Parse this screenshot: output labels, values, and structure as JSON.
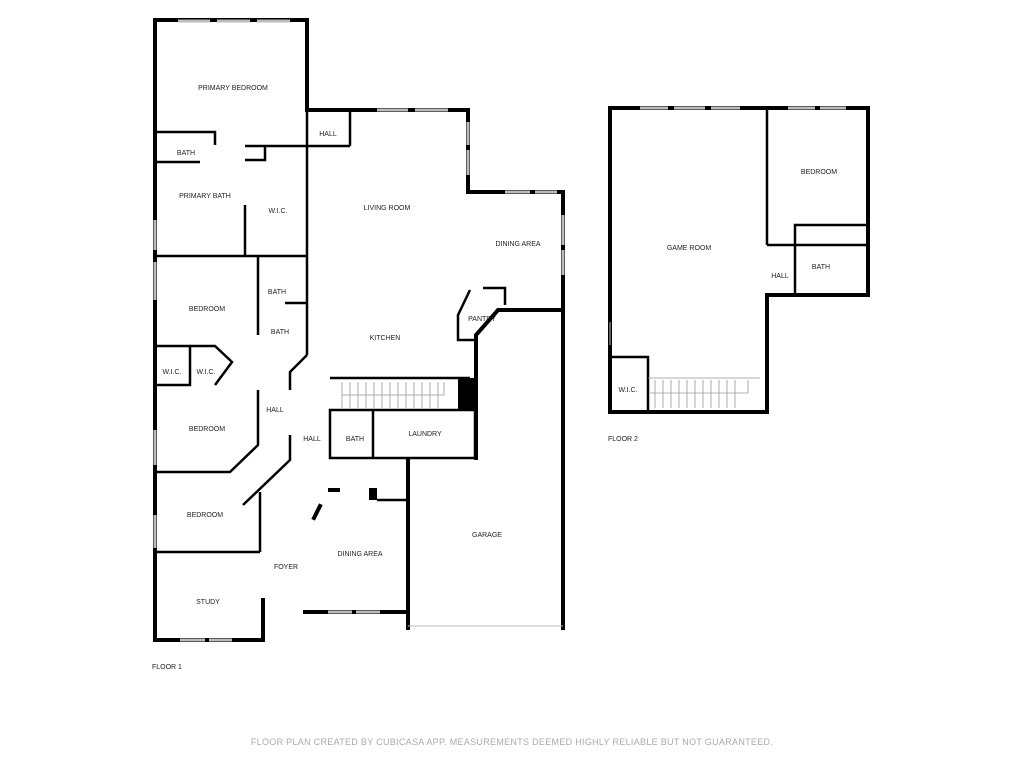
{
  "floor1": {
    "label": "FLOOR 1",
    "rooms": {
      "primary_bedroom": "PRIMARY BEDROOM",
      "hall_top": "HALL",
      "bath_small": "BATH",
      "primary_bath": "PRIMARY BATH",
      "wic_primary": "W.I.C.",
      "living_room": "LIVING ROOM",
      "dining_area_top": "DINING AREA",
      "bedroom_1": "BEDROOM",
      "bath_a": "BATH",
      "bath_b": "BATH",
      "pantry": "PANTRY",
      "kitchen": "KITCHEN",
      "wic_a": "W.I.C.",
      "wic_b": "W.I.C.",
      "hall_mid": "HALL",
      "bedroom_2": "BEDROOM",
      "hall_center": "HALL",
      "bath_c": "BATH",
      "laundry": "LAUNDRY",
      "bedroom_3": "BEDROOM",
      "garage": "GARAGE",
      "dining_area": "DINING AREA",
      "foyer": "FOYER",
      "study": "STUDY"
    }
  },
  "floor2": {
    "label": "FLOOR 2",
    "rooms": {
      "game_room": "GAME ROOM",
      "bedroom": "BEDROOM",
      "hall": "HALL",
      "bath": "BATH",
      "wic": "W.I.C."
    }
  },
  "footer": "FLOOR PLAN CREATED BY CUBICASA APP. MEASUREMENTS DEEMED HIGHLY RELIABLE BUT NOT GUARANTEED."
}
